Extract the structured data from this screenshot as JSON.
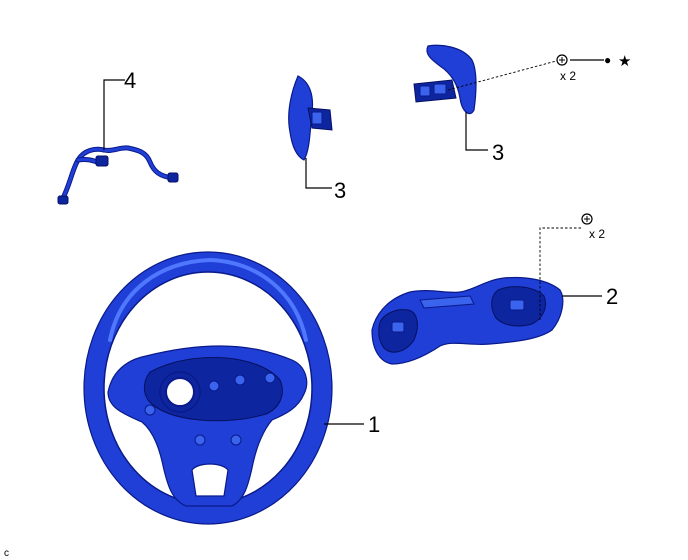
{
  "callouts": {
    "wire_harness": "4",
    "paddle_left": "3",
    "paddle_right": "3",
    "switch_assy": "2",
    "steering_wheel": "1"
  },
  "quantities": {
    "paddle_screws": "x 2",
    "switch_screws": "x 2"
  },
  "symbols": {
    "dot": "●",
    "star": "★"
  },
  "figure_code": "c",
  "colors": {
    "part_fill": "#1f3fd6",
    "part_outline": "#0a1a8a"
  }
}
